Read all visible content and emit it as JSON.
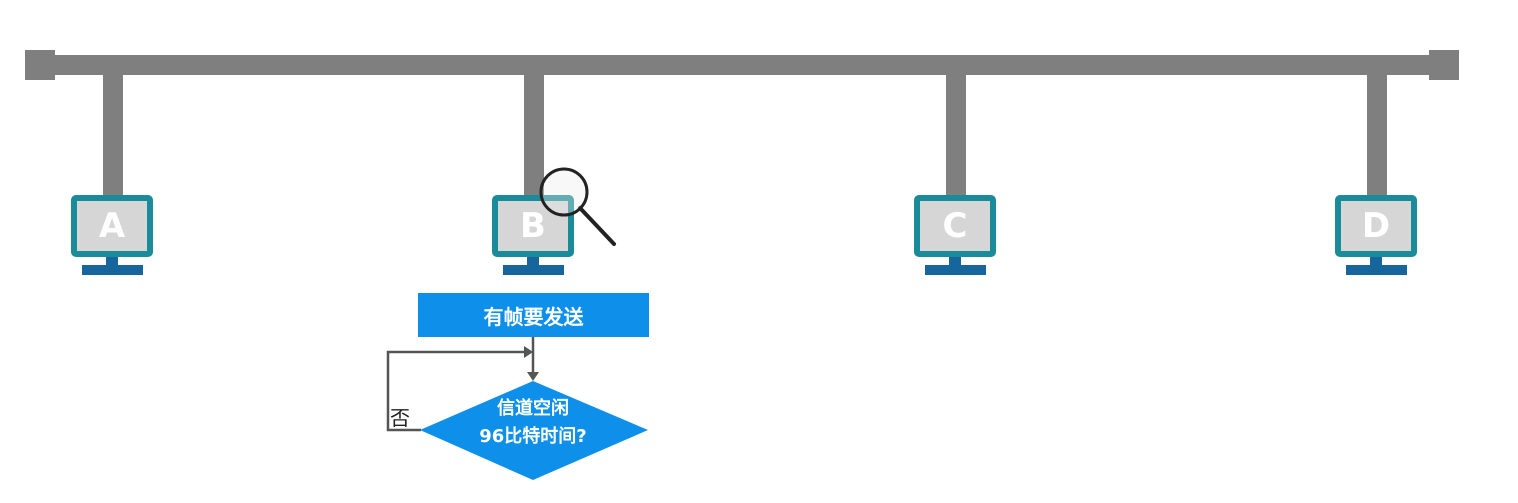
{
  "network": {
    "stations": [
      {
        "label": "A"
      },
      {
        "label": "B"
      },
      {
        "label": "C"
      },
      {
        "label": "D"
      }
    ]
  },
  "flowchart": {
    "start_box_label": "有帧要发送",
    "decision_line1": "信道空闲",
    "decision_line2": "96比特时间?",
    "no_branch_label": "否"
  },
  "colors": {
    "bus": "#7f7f7f",
    "monitor_frame": "#1a8c99",
    "monitor_screen": "#d6d6d6",
    "monitor_stand": "#16659c",
    "flow_blue": "#0d8fea"
  },
  "icons": {
    "magnifier": "magnifier-icon"
  }
}
